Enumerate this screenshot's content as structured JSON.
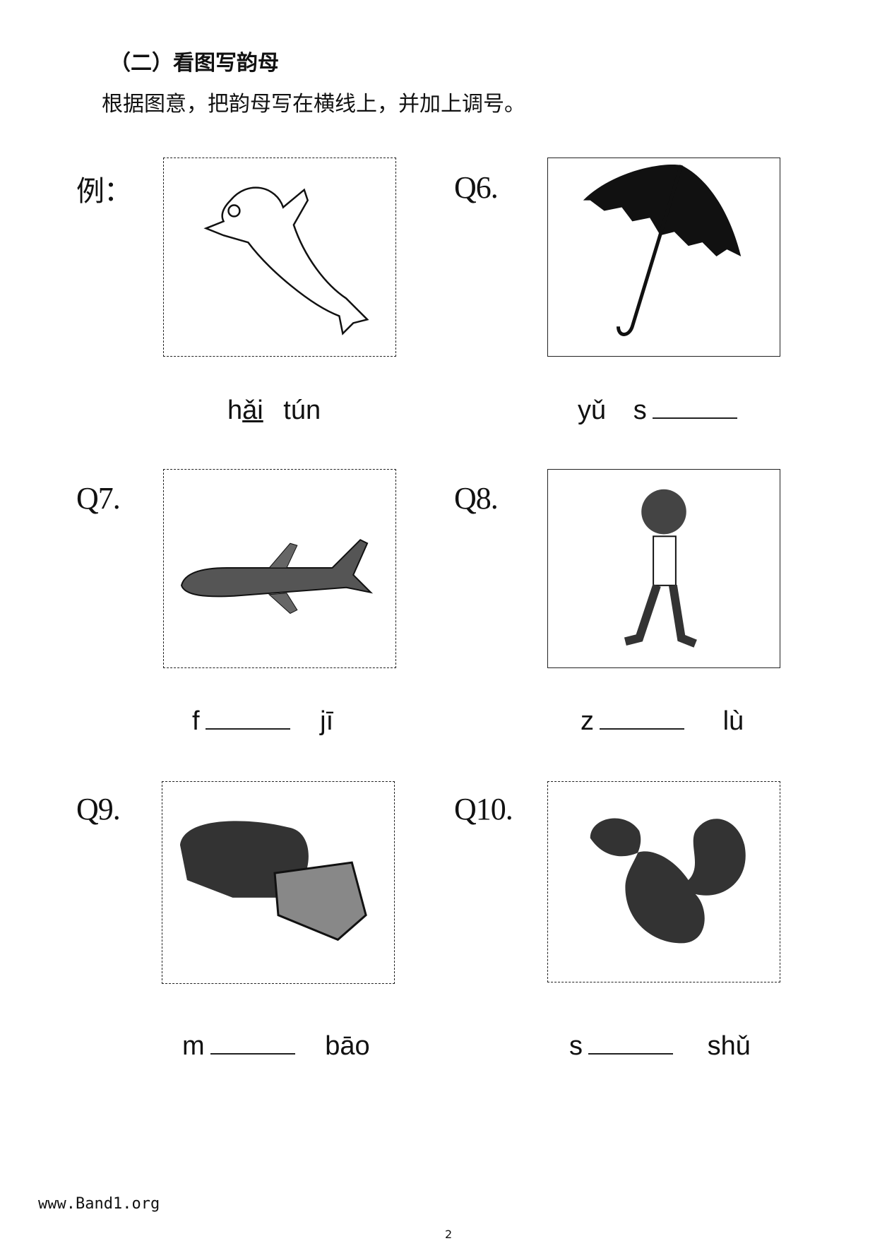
{
  "section": {
    "title": "（二）看图写韵母",
    "instruction": "根据图意，把韵母写在横线上，并加上调号。"
  },
  "items": [
    {
      "label": "例：",
      "picture": "dolphin",
      "pinyin": {
        "initial": "h",
        "final": "ǎi",
        "second": "tún"
      }
    },
    {
      "label": "Q6.",
      "picture": "umbrella",
      "pinyin": {
        "first": "yǔ",
        "initial": "s"
      }
    },
    {
      "label": "Q7.",
      "picture": "airplane",
      "pinyin": {
        "initial": "f",
        "second": "jī"
      }
    },
    {
      "label": "Q8.",
      "picture": "walking-boy",
      "pinyin": {
        "initial": "z",
        "second": "lù"
      }
    },
    {
      "label": "Q9.",
      "picture": "bread",
      "pinyin": {
        "initial": "m",
        "second": "bāo"
      }
    },
    {
      "label": "Q10.",
      "picture": "squirrel",
      "pinyin": {
        "initial": "s",
        "second": "shǔ"
      }
    }
  ],
  "footer": {
    "website": "www.Band1.org",
    "page_number": "2"
  }
}
